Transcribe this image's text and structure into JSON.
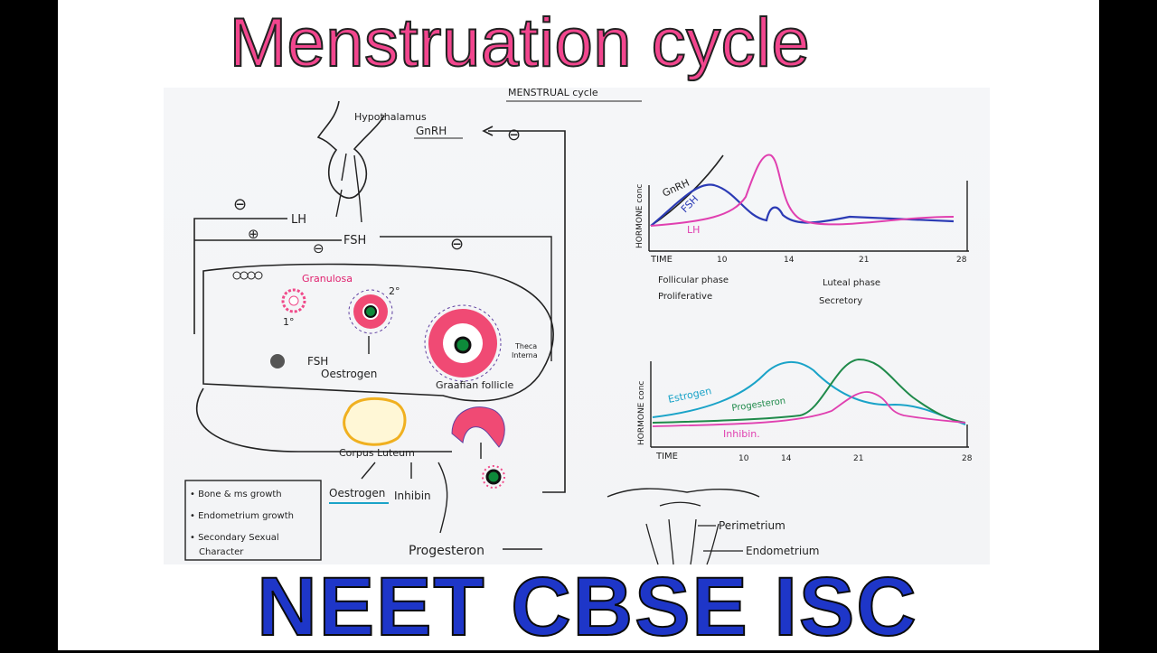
{
  "header": {
    "title": "Menstruation cycle"
  },
  "footer": {
    "text": "NEET CBSE ISC"
  },
  "diagram": {
    "heading": "MENSTRUAL cycle",
    "axis": {
      "hypothalamus": "Hypothalamus",
      "gnrh": "GnRH",
      "lh": "LH",
      "fsh": "FSH"
    },
    "signs": {
      "minus": "⊖",
      "plus": "⊕"
    },
    "ovary": {
      "granulosa": "Granulosa",
      "primary": "1°",
      "secondary": "2°",
      "fsh": "FSH",
      "oestrogen": "Oestrogen",
      "theca": "Theca",
      "interna": "Interna",
      "graafian": "Graafian follicle",
      "corpus": "Corpus Luteum"
    },
    "products": {
      "oestrogen": "Oestrogen",
      "inhibin": "Inhibin",
      "progesterone": "Progesteron"
    },
    "effects": [
      "• Bone & ms growth",
      "• Endometrium growth",
      "• Secondary Sexual",
      "Character"
    ],
    "uterus": {
      "perimetrium": "Perimetrium",
      "endometrium": "Endometrium"
    }
  },
  "chart_data": [
    {
      "type": "line",
      "ylabel": "HORMONE conc",
      "xlabel": "TIME",
      "x_ticks": [
        10,
        14,
        21,
        28
      ],
      "series": [
        {
          "name": "GnRH",
          "color": "#222222"
        },
        {
          "name": "FSH",
          "color": "#2b3bb5"
        },
        {
          "name": "LH",
          "color": "#e040b0"
        }
      ],
      "phase_labels": [
        "Follicular phase",
        "Proliferative",
        "Luteal phase",
        "Secretory"
      ]
    },
    {
      "type": "line",
      "ylabel": "HORMONE conc",
      "xlabel": "TIME",
      "x_ticks": [
        10,
        14,
        21,
        28
      ],
      "series": [
        {
          "name": "Estrogen",
          "color": "#1aa3c8"
        },
        {
          "name": "Progesteron",
          "color": "#1f8a4a"
        },
        {
          "name": "Inhibin.",
          "color": "#e040b0"
        }
      ]
    }
  ]
}
